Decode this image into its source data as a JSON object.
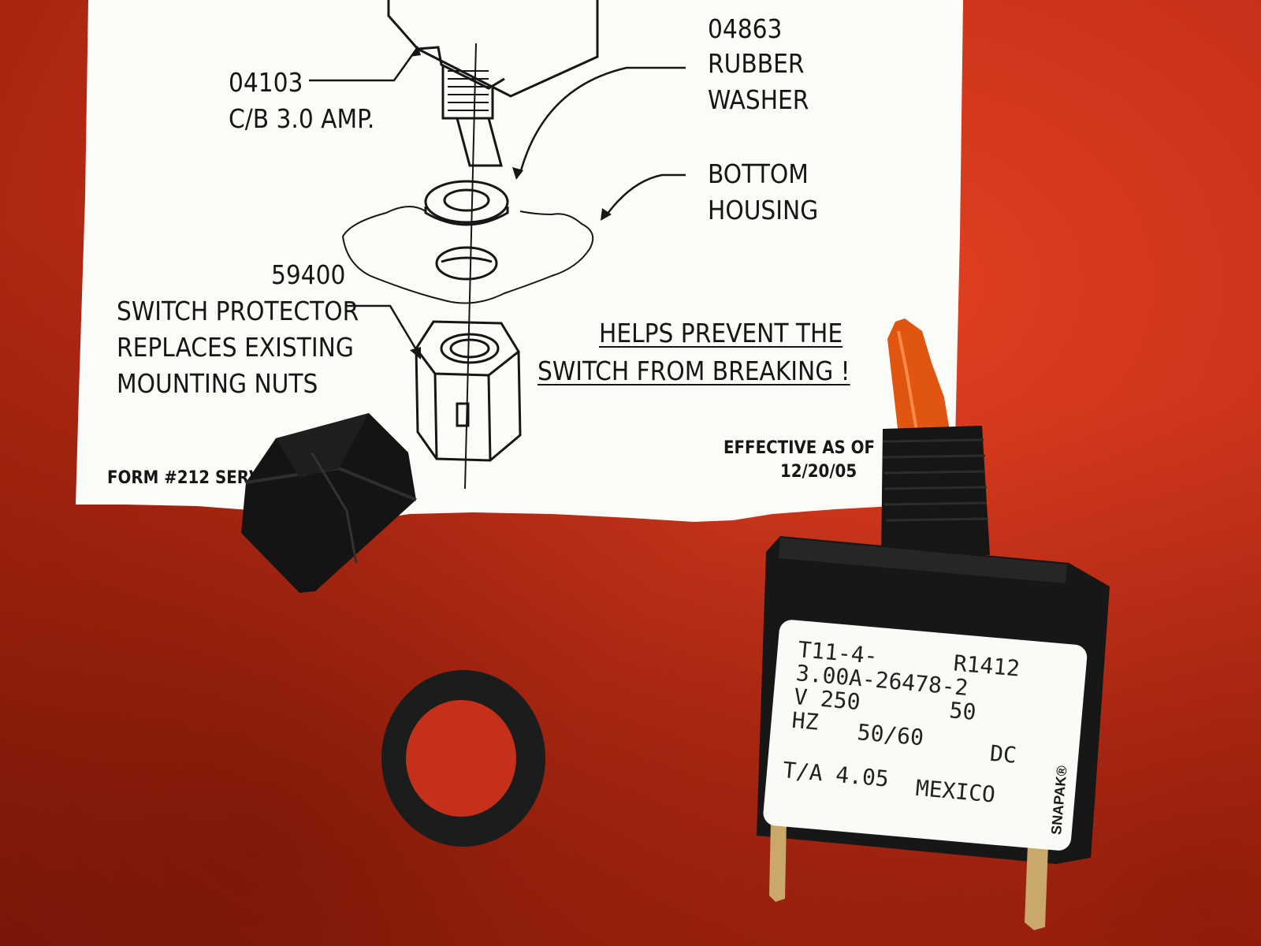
{
  "diagram": {
    "part_circuit_breaker": {
      "number": "04103",
      "desc": "C/B 3.0 AMP."
    },
    "part_washer": {
      "number": "04863",
      "line1": "RUBBER",
      "line2": "WASHER"
    },
    "part_housing": {
      "line1": "BOTTOM",
      "line2": "HOUSING"
    },
    "part_protector": {
      "number": "59400",
      "line1": "SWITCH PROTECTOR",
      "line2": "REPLACES EXISTING",
      "line3": "MOUNTING NUTS"
    },
    "note": {
      "line1": "HELPS PREVENT THE",
      "line2": "SWITCH FROM BREAKING !"
    },
    "effective": {
      "line1": "EFFECTIVE AS OF",
      "line2": "12/20/05"
    },
    "form": "FORM #212 SERVO"
  },
  "switch_label": {
    "row1_left": "T11-4-",
    "row1_right": "R1412",
    "row2": "3.00A-26478-2",
    "row3_left": "V 250",
    "row3_right": "50",
    "row4_left": "HZ",
    "row4_mid": "50/60",
    "row4_right": "DC",
    "row5_left": "T/A 4.05",
    "row5_right": "MEXICO",
    "brand": "SNAPAK®"
  },
  "colors": {
    "fabric": "#c8321a",
    "paper": "#fbfbf8",
    "ink": "#161616",
    "toggle": "#e0550f",
    "plastic": "#151515"
  }
}
